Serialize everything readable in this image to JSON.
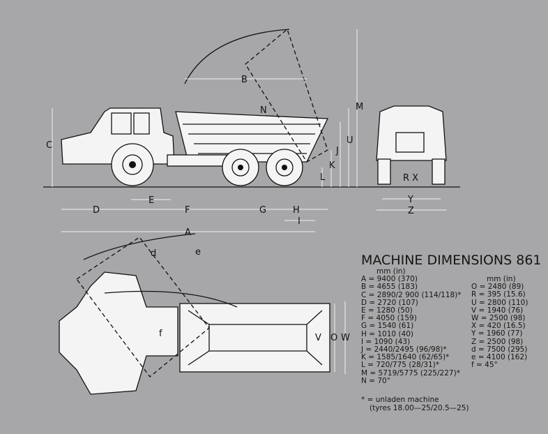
{
  "title": "MACHINE DIMENSIONS 861",
  "units_header": "mm  (in)",
  "left_column": [
    "A = 9400 (370)",
    "B = 4655 (183)",
    "C = 2890/2 900 (114/118)*",
    "D = 2720 (107)",
    "E = 1280 (50)",
    "F = 4050 (159)",
    "G = 1540 (61)",
    "H = 1010 (40)",
    "I  = 1090 (43)",
    "J = 2440/2495 (96/98)*",
    "K = 1585/1640 (62/65)*",
    "L = 720/775 (28/31)*",
    "M = 5719/5775 (225/227)*",
    "N = 70°"
  ],
  "right_column": [
    "O = 2480 (89)",
    "R = 395 (15.6)",
    "U = 2800 (110)",
    "V = 1940 (76)",
    "W = 2500 (98)",
    "X = 420 (16.5)",
    "Y = 1960 (77)",
    "Z = 2500 (98)",
    "d = 7500 (295)",
    "e = 4100 (162)",
    "f  = 45°"
  ],
  "footnote": [
    "* = unladen machine",
    "(tyres 18.00—25/20.5—25)"
  ],
  "labels": {
    "A": "A",
    "B": "B",
    "C": "C",
    "D": "D",
    "E": "E",
    "F": "F",
    "G": "G",
    "H": "H",
    "I": "I",
    "J": "J",
    "K": "K",
    "L": "L",
    "M": "M",
    "N": "N",
    "O": "O",
    "RX": "R X",
    "U": "U",
    "V": "V",
    "W": "W",
    "Y": "Y",
    "Z": "Z",
    "d": "d",
    "e": "e",
    "f": "f"
  }
}
